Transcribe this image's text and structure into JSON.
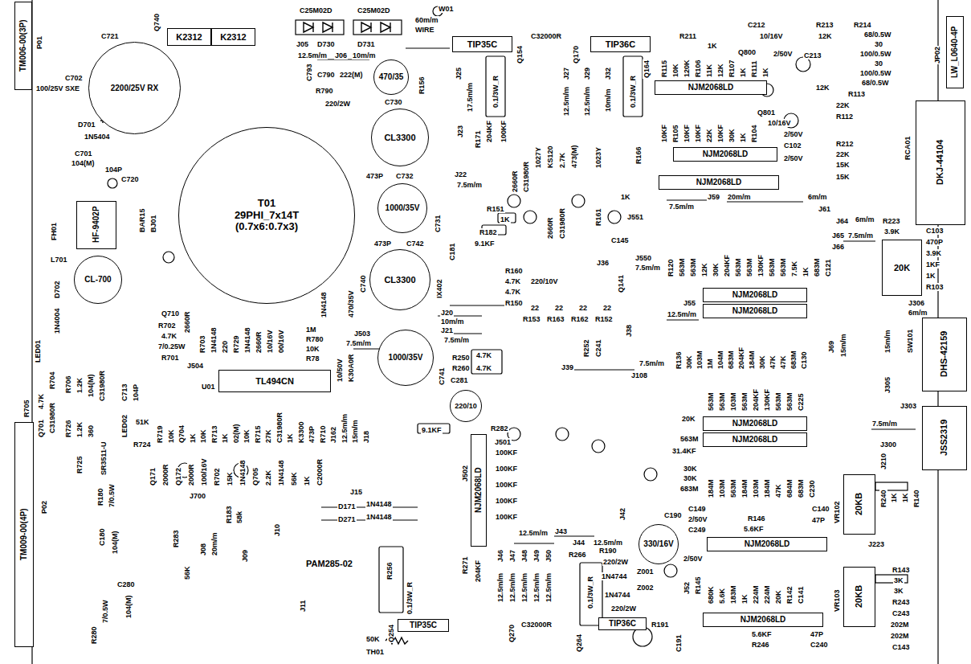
{
  "diagram": {
    "nodes": [
      {
        "text": [
          "TM006-00(3P)"
        ]
      },
      {
        "text": [
          "K2312"
        ]
      },
      {
        "text": [
          "K2312"
        ]
      },
      {
        "text": [
          "TIP35C"
        ]
      },
      {
        "text": [
          "TIP36C"
        ]
      },
      {
        "text": [
          "LW_L0640-4P"
        ]
      },
      {
        "text": [
          "2200/25V RX"
        ]
      },
      {
        "text": [
          "470/35"
        ]
      },
      {
        "text": [
          "NJM2068LD"
        ]
      },
      {
        "text": [
          "DKJ-44104"
        ]
      },
      {
        "text": [
          "CL3300"
        ]
      },
      {
        "text": [
          "T01",
          "29PHI_7x14T",
          "(0.7x6:0.7x3)"
        ]
      },
      {
        "text": [
          "NJM2068LD"
        ]
      },
      {
        "text": [
          "NJM2068LD"
        ]
      },
      {
        "text": [
          "1000/35V"
        ]
      },
      {
        "text": [
          "HF-9402P"
        ]
      },
      {
        "text": [
          "CL-700"
        ]
      },
      {
        "text": [
          "20K"
        ]
      },
      {
        "text": [
          "CL3300"
        ]
      },
      {
        "text": [
          "NJM2068LD"
        ]
      },
      {
        "text": [
          "NJM2068LD"
        ]
      },
      {
        "text": [
          "DHS-42159"
        ]
      },
      {
        "text": [
          "1000/35V"
        ]
      },
      {
        "text": [
          "TL494CN"
        ]
      },
      {
        "text": [
          "220/10"
        ]
      },
      {
        "text": [
          "JSS2319"
        ]
      },
      {
        "text": [
          "TM009-00(4P)"
        ]
      },
      {
        "text": [
          "NJM2068LD"
        ]
      },
      {
        "text": [
          "NJM2068LD"
        ]
      },
      {
        "text": [
          "NJM2068LD"
        ]
      },
      {
        "text": [
          "20KB"
        ]
      },
      {
        "text": [
          "330/16V"
        ]
      },
      {
        "text": [
          "NJM2068LD"
        ]
      },
      {
        "text": [
          "20KB"
        ]
      },
      {
        "text": [
          "NJM2068LD"
        ]
      },
      {
        "text": [
          "TIP36C"
        ]
      },
      {
        "text": [
          "TIP35C"
        ]
      }
    ],
    "labels": [
      "Q740",
      "C721",
      "P01",
      "C702",
      "100/25V SXE",
      "D701",
      "1N5404",
      "C701",
      "104(M)",
      "104P",
      "C720",
      "FH01",
      "BAR15",
      "BJ01",
      "L701",
      "D702",
      "1N4004",
      "LED01",
      "R705",
      "P02",
      "LED02",
      "SR3511-U",
      "R180",
      "7/0.5W",
      "C180",
      "104(M)",
      "C280",
      "104(M)",
      "R280",
      "7/0.5W",
      "PAM285-02",
      "50K",
      "TH01",
      "J700",
      "56K",
      "R283",
      "J08",
      "20m/m",
      "R183",
      "58k",
      "J09",
      "J10",
      "J11",
      "Q710",
      "2660R",
      "R702",
      "4.7K",
      "7/0.25W",
      "R701",
      "J504",
      "R703",
      "1N4148",
      "220",
      "R729",
      "1N4148",
      "2660R",
      "10/16V",
      "00/16V",
      "1N4148",
      "1M",
      "R780",
      "10K",
      "R78",
      "10/50V",
      "K30A0R",
      "U01",
      "4.7K",
      "R704",
      "C31980R",
      "Q701",
      "R706",
      "1.2K",
      "104(M)",
      "C31980R",
      "C713",
      "104P",
      "R726",
      "1.2K",
      "360",
      "51K",
      "R724",
      "R725",
      "R719",
      "10K",
      "Q704",
      "1K",
      "10K",
      "R713",
      "1K",
      "02(M)",
      "10K",
      "R715",
      "27K",
      "C31980R",
      "1K",
      "K3300",
      "473P",
      "R710",
      "J162",
      "12.5m/m",
      "15m/m",
      "J18",
      "Q171",
      "2000R",
      "Q172",
      "2000R",
      "100/16V",
      "R702",
      "15K",
      "1N4148",
      "Q705",
      "2.2K",
      "1N4148",
      "56K",
      "1K",
      "C2000R",
      "J15",
      "D171",
      "1N4148",
      "D271",
      "1N4148",
      "C25M02D",
      "C25M02D",
      "J05",
      "D730",
      "D731",
      "J06",
      "10m/m",
      "12.5m/m",
      "C793",
      "C790",
      "222(M)",
      "R790",
      "220/2W",
      "W01",
      "60m/m",
      "WIRE",
      "C730",
      "R156",
      "473P",
      "C732",
      "C731",
      "473P",
      "C742",
      "C740",
      "470/35V",
      "J503",
      "7.5m/m",
      "IX402",
      "C181",
      "J20",
      "10m/m",
      "J21",
      "7.5m/m",
      "C741",
      "R250",
      "4.7K",
      "R260",
      "4.7K",
      "C281",
      "9.1KF",
      "R282",
      "J501",
      "J502",
      "R271",
      "204KF",
      "100KF",
      "100KF",
      "100KF",
      "100KF",
      "100KF",
      "12.5m/m",
      "J43",
      "J44",
      "12.5m/m",
      "J46",
      "J47",
      "J48",
      "J49",
      "J50",
      "12.5m/m",
      "12.5m/m",
      "12.5m/m",
      "12.5m/m",
      "12.5m/m",
      "R256",
      "0.1/3W_R",
      "Q254",
      "Q270",
      "C32000R",
      "R266",
      "R190",
      "220/2W",
      "1N4744",
      "Z001",
      "Z002",
      "1N4744",
      "220/2W",
      "R191",
      "0.1/3W_R",
      "Q264",
      "Q154",
      "C32000R",
      "Q170",
      "0.1/3W_R",
      "0.1/3W_R",
      "J25",
      "17.5m/m",
      "R171",
      "204KF",
      "100KF",
      "J23",
      "J22",
      "7.5m/m",
      "J27",
      "12.5m/m",
      "J29",
      "12.5m/m",
      "J32",
      "10m/m",
      "R151",
      "1K",
      "R182",
      "9.1KF",
      "2660R",
      "C31980R",
      "1027Y",
      "KS120",
      "2.7K",
      "473(M)",
      "1023Y",
      "R166",
      "2660R",
      "C31980R",
      "R161",
      "1K",
      "J551",
      "C145",
      "J550",
      "7.5m/m",
      "J36",
      "Q141",
      "R160",
      "4.7K",
      "4.7K",
      "R150",
      "220/10V",
      "22",
      "22",
      "22",
      "22",
      "R153",
      "R163",
      "R162",
      "R152",
      "J39",
      "J108",
      "7.5m/m",
      "R252",
      "C241",
      "J38",
      "Q164",
      "R211",
      "1K",
      "R115",
      "10K",
      "120K",
      "R106",
      "11K",
      "12K",
      "R107",
      "1K",
      "R111",
      "1K",
      "C212",
      "10/16V",
      "Q800",
      "2/50V",
      "R213",
      "12K",
      "R214",
      "68/0.5W",
      "30",
      "100/0.5W",
      "30",
      "100/0.5W",
      "68/0.5W",
      "JP02",
      "C213",
      "12K",
      "R113",
      "22K",
      "R112",
      "R212",
      "22K",
      "15K",
      "15K",
      "RCA01",
      "Q801",
      "10/16V",
      "2/50V",
      "C102",
      "2/50V",
      "10KF",
      "R105",
      "10KF",
      "10KF",
      "22K",
      "10KF",
      "30K",
      "1K",
      "R104",
      "J59",
      "20m/m",
      "7.5m/m",
      "6m/m",
      "J61",
      "J64",
      "6m/m",
      "J65",
      "7.5m/m",
      "J66",
      "R223",
      "3.9K",
      "C103",
      "470P",
      "3.9K",
      "1KF",
      "1K",
      "R103",
      "J306",
      "6m/m",
      "SW101",
      "15m/m",
      "J305",
      "J303",
      "7.5m/m",
      "J300",
      "J210",
      "R120",
      "563M",
      "563M",
      "12K",
      "30K",
      "204KF",
      "563M",
      "563M",
      "130KF",
      "563M",
      "563M",
      "7.5K",
      "1K",
      "683M",
      "C121",
      "J55",
      "12.5m/m",
      "R136",
      "30K",
      "103M",
      "1M",
      "104M",
      "683M",
      "204KF",
      "184M",
      "30K",
      "47K",
      "47K",
      "683M",
      "C130",
      "15m/m",
      "J69",
      "563M",
      "563M",
      "103M",
      "563M",
      "204KF",
      "130KF",
      "563M",
      "563M",
      "C225",
      "20K",
      "563M",
      "31.4KF",
      "30K",
      "30K",
      "683M",
      "184M",
      "103M",
      "563M",
      "184M",
      "103M",
      "184M",
      "47K",
      "684M",
      "683M",
      "C230",
      "R146",
      "5.6KF",
      "C140",
      "47P",
      "VR102",
      "R240",
      "1K",
      "1K",
      "R140",
      "J223",
      "C190",
      "C149",
      "2/50V",
      "C249",
      "2/50V",
      "J42",
      "J52",
      "R145",
      "680K",
      "5.6K",
      "183M",
      "1K",
      "224M",
      "224M",
      "20K",
      "R142",
      "C141",
      "5.6KF",
      "R246",
      "47P",
      "C240",
      "C191",
      "VR103",
      "R143",
      "3K",
      "3K",
      "R243",
      "C243",
      "202M",
      "202M",
      "C143"
    ]
  }
}
